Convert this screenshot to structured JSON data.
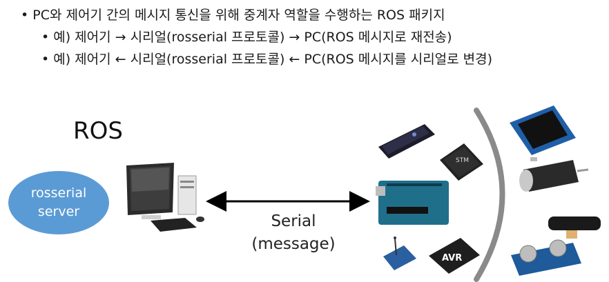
{
  "bullets": {
    "main": "• PC와 제어기 간의 메시지 통신을 위해 중계자 역할을 수행하는 ROS 패키지",
    "ex1": "• 예) 제어기 → 시리얼(rosserial 프로토콜) → PC(ROS 메시지로 재전송)",
    "ex2": "• 예) 제어기 ← 시리얼(rosserial 프로토콜) ← PC(ROS 메시지를 시리얼로 변경)"
  },
  "diagram": {
    "ros_label": "ROS",
    "server_line1": "rosserial",
    "server_line2": "server",
    "serial_line1": "Serial",
    "serial_line2": "(message)",
    "chip_text": "AVR",
    "stm_text": "STM"
  },
  "icons": [
    "desktop-computer-icon",
    "bidirectional-arrow-icon",
    "mbed-board-icon",
    "stm32-chip-icon",
    "arduino-board-icon",
    "xbee-module-icon",
    "avr-chip-icon",
    "lcd-display-icon",
    "dc-motor-icon",
    "ir-distance-sensor-icon",
    "ultrasonic-sensor-icon"
  ],
  "colors": {
    "server_blue": "#5b9bd5",
    "arduino_teal": "#1f6f8b",
    "divider_gray": "#8a8a8a"
  }
}
